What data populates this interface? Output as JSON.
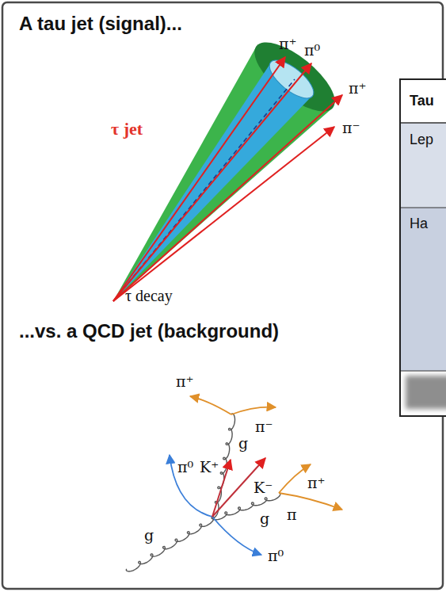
{
  "diagram": {
    "title": "A tau jet (signal)...",
    "labels": [
      "...vs. a QCD jet (background)",
      "τ jet",
      "π⁺",
      "π⁰",
      "π⁺",
      "π⁻",
      "τ decay",
      "π⁺",
      "π⁻",
      "g",
      "π⁰",
      "K⁺",
      "K⁻",
      "π⁺",
      "g",
      "π",
      "g",
      "π⁰",
      "Tau",
      "Lep",
      "Ha"
    ]
  }
}
